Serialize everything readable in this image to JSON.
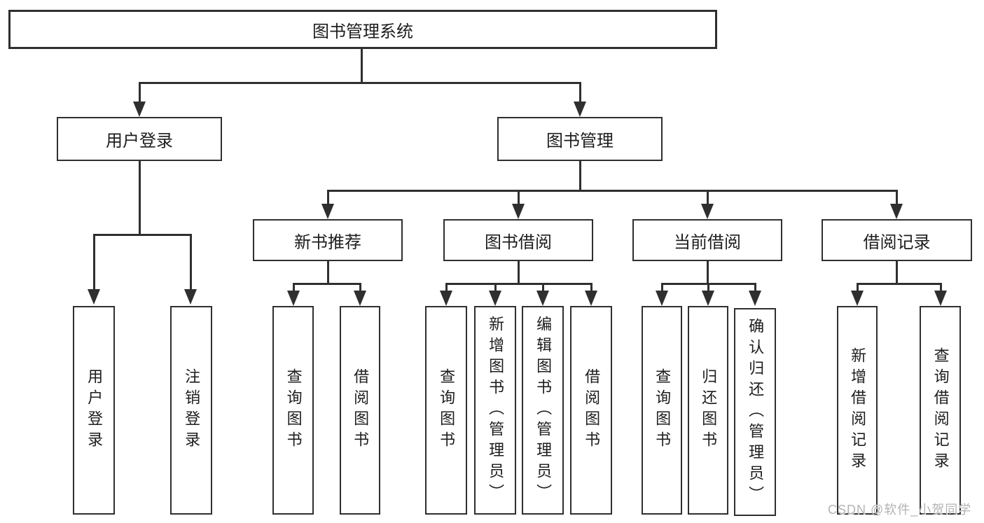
{
  "diagram": {
    "root": "图书管理系统",
    "level2": {
      "user_login": "用户登录",
      "book_management": "图书管理"
    },
    "user_login_children": {
      "login": "用户登录",
      "logout": "注销登录"
    },
    "book_management_children": {
      "new_book_recommend": "新书推荐",
      "book_borrow": "图书借阅",
      "current_borrow": "当前借阅",
      "borrow_records": "借阅记录"
    },
    "new_book_recommend_children": {
      "query_books": "查询图书",
      "borrow_books": "借阅图书"
    },
    "book_borrow_children": {
      "query_books": "查询图书",
      "add_books_admin": "新增图书（管理员）",
      "edit_books_admin": "编辑图书（管理员）",
      "borrow_books": "借阅图书"
    },
    "current_borrow_children": {
      "query_books": "查询图书",
      "return_books": "归还图书",
      "confirm_return_admin": "确认归还（管理员）"
    },
    "borrow_records_children": {
      "add_borrow_record": "新增借阅记录",
      "query_borrow_record": "查询借阅记录"
    }
  },
  "watermark": "CSDN @软件_小贺同学",
  "colors": {
    "line": "#2f2f2f",
    "text": "#1d1d1d",
    "background": "#ffffff",
    "watermark": "#b3b3b3"
  }
}
